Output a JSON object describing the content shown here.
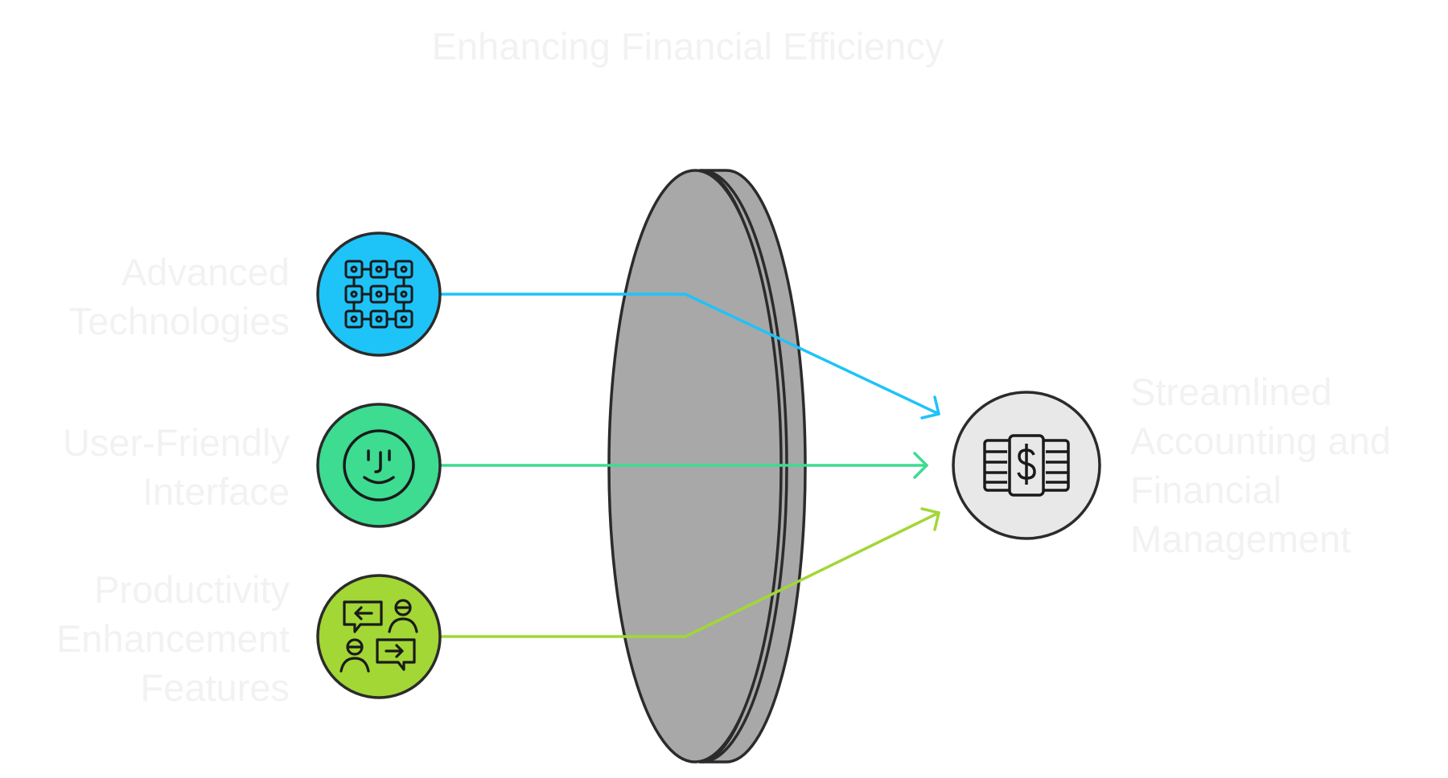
{
  "title": "Enhancing Financial Efficiency",
  "inputs": [
    {
      "label": "Advanced Technologies",
      "label_lines": [
        "Advanced",
        "Technologies"
      ],
      "color": "#1ec3f8",
      "icon": "circuit-grid-icon"
    },
    {
      "label": "User-Friendly Interface",
      "label_lines": [
        "User-Friendly",
        "Interface"
      ],
      "color": "#3ddc91",
      "icon": "smiley-face-icon"
    },
    {
      "label": "Productivity Enhancement Features",
      "label_lines": [
        "Productivity",
        "Enhancement",
        "Features"
      ],
      "color": "#a2d735",
      "icon": "conversation-exchange-icon"
    }
  ],
  "lens": {
    "color": "#a8a8a8",
    "icon": "lens-shape"
  },
  "output": {
    "label": "Streamlined Accounting and Financial Management",
    "label_lines": [
      "Streamlined",
      "Accounting and",
      "Financial",
      "Management"
    ],
    "color": "#e8e8e8",
    "icon": "money-stack-icon"
  }
}
